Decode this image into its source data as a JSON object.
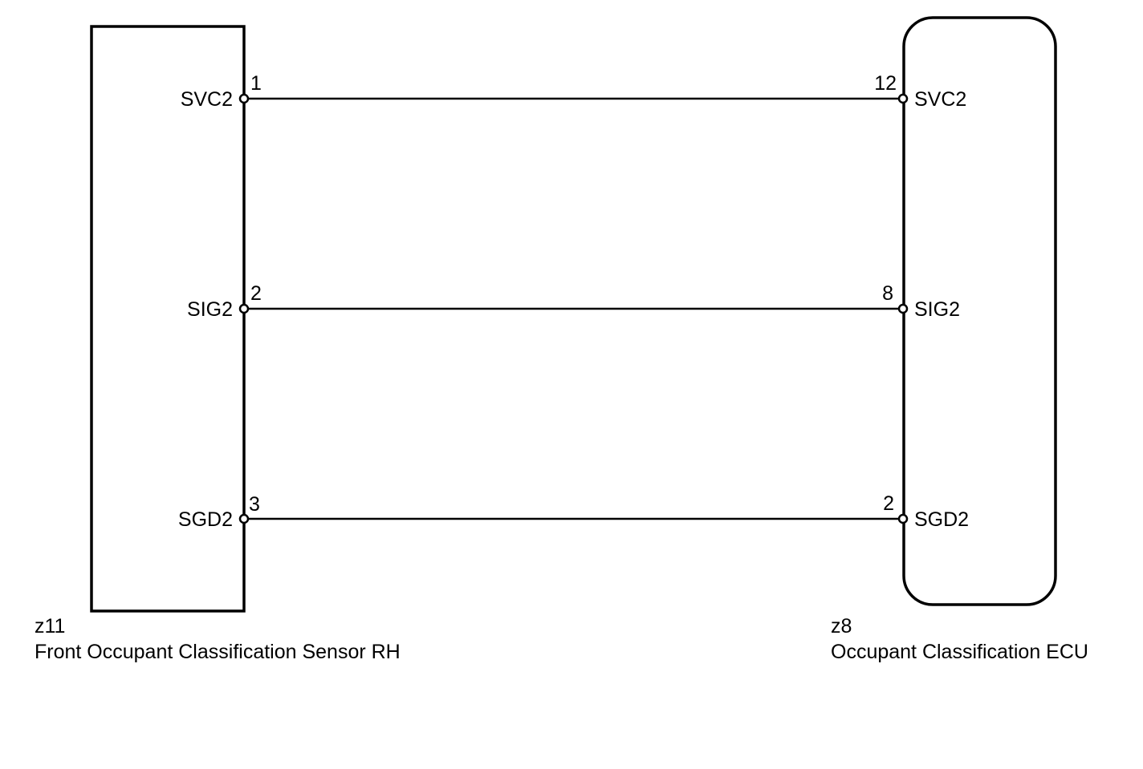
{
  "left_component": {
    "code": "z11",
    "name": "Front Occupant Classification Sensor RH"
  },
  "right_component": {
    "code": "z8",
    "name": "Occupant Classification ECU"
  },
  "connections": [
    {
      "left_terminal": "SVC2",
      "left_pin": "1",
      "right_pin": "12",
      "right_terminal": "SVC2"
    },
    {
      "left_terminal": "SIG2",
      "left_pin": "2",
      "right_pin": "8",
      "right_terminal": "SIG2"
    },
    {
      "left_terminal": "SGD2",
      "left_pin": "3",
      "right_pin": "2",
      "right_terminal": "SGD2"
    }
  ]
}
